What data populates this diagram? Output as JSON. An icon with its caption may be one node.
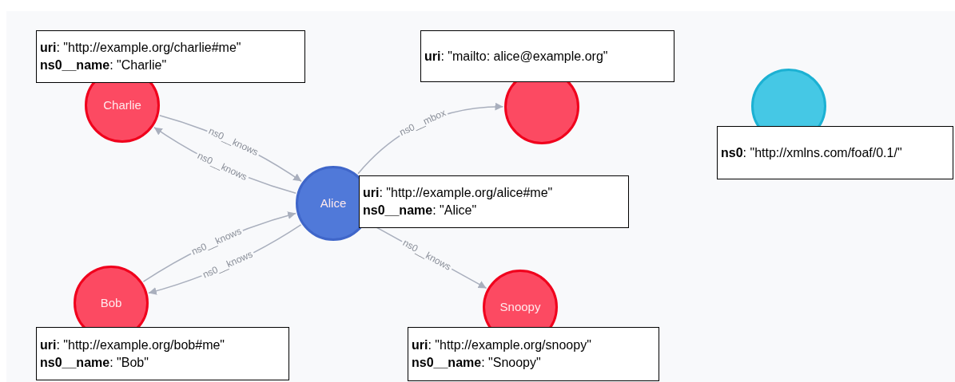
{
  "diagram": {
    "nodes": [
      {
        "text": [
          "**uri**: \"http://example.org/charlie#me\"",
          "**ns0__name**: \"Charlie\""
        ]
      },
      {
        "text": [
          "**uri**: \"mailto: alice@example.org\""
        ]
      },
      {
        "text": [
          "Charlie"
        ]
      },
      {
        "text": [],
        "shape": "circle"
      },
      {
        "text": [],
        "shape": "circle"
      },
      {
        "text": [
          "**ns0**: \"http://xmlns.com/foaf/0.1/\""
        ]
      },
      {
        "text": [
          "Alice"
        ]
      },
      {
        "text": [
          "**uri**: \"http://example.org/alice#me\"",
          "**ns0__name**: \"Alice\""
        ]
      },
      {
        "text": [
          "Bob"
        ]
      },
      {
        "text": [
          "Snoopy"
        ]
      },
      {
        "text": [
          "**uri**: \"http://example.org/bob#me\"",
          "**ns0__name**: \"Bob\""
        ]
      },
      {
        "text": [
          "**uri**: \"http://example.org/snoopy\"",
          "**ns0__name**: \"Snoopy\""
        ]
      }
    ],
    "edges": [
      {
        "from": 2,
        "to": 6,
        "arrow": "to",
        "label": "ns0__knows"
      },
      {
        "from": 6,
        "to": 2,
        "arrow": "to",
        "label": "ns0__knows"
      },
      {
        "from": 8,
        "to": 6,
        "arrow": "to",
        "label": "ns0__knows"
      },
      {
        "from": 6,
        "to": 8,
        "arrow": "to",
        "label": "ns0__knows"
      },
      {
        "from": 6,
        "to": 3,
        "arrow": "to",
        "label": "ns0__mbox"
      },
      {
        "from": 6,
        "to": 9,
        "arrow": "to",
        "label": "ns0__knows"
      }
    ]
  }
}
